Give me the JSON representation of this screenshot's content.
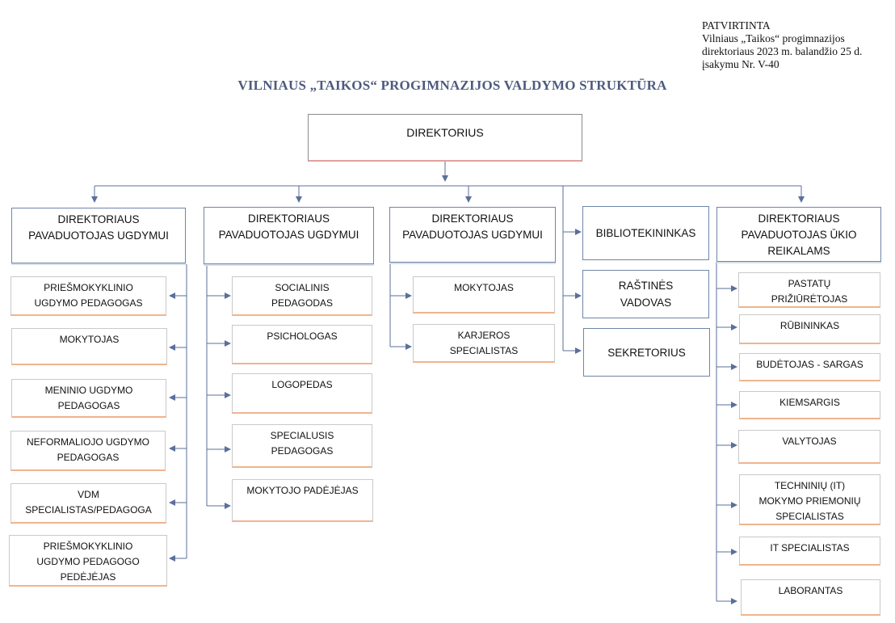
{
  "approval": {
    "line1": "PATVIRTINTA",
    "line2": "Vilniaus „Taikos“ progimnazijos",
    "line3": "direktoriaus 2023 m. balandžio 25 d.",
    "line4": "įsakymu Nr. V-40"
  },
  "title": "VILNIAUS „TAIKOS“ PROGIMNAZIJOS VALDYMO STRUKTŪRA",
  "director": "DIREKTORIUS",
  "column1": {
    "head": [
      "DIREKTORIAUS",
      "PAVADUOTOJAS UGDYMUI"
    ],
    "items": [
      [
        "PRIEŠMOKYKLINIO",
        "UGDYMO PEDAGOGAS"
      ],
      [
        "MOKYTOJAS"
      ],
      [
        "MENINIO UGDYMO",
        "PEDAGOGAS"
      ],
      [
        "NEFORMALIOJO UGDYMO",
        "PEDAGOGAS"
      ],
      [
        "VDM",
        "SPECIALISTAS/PEDAGOGA"
      ],
      [
        "PRIEŠMOKYKLINIO",
        "UGDYMO PEDAGOGO",
        "PEDĖJĖJAS"
      ]
    ]
  },
  "column2": {
    "head": [
      "DIREKTORIAUS",
      "PAVADUOTOJAS UGDYMUI"
    ],
    "items": [
      [
        "SOCIALINIS",
        "PEDAGODAS"
      ],
      [
        "PSICHOLOGAS"
      ],
      [
        "LOGOPEDAS"
      ],
      [
        "SPECIALUSIS",
        "PEDAGOGAS"
      ],
      [
        "MOKYTOJO  PADĖJĖJAS"
      ]
    ]
  },
  "column3": {
    "head": [
      "DIREKTORIAUS",
      "PAVADUOTOJAS UGDYMUI"
    ],
    "items": [
      [
        "MOKYTOJAS"
      ],
      [
        "KARJEROS",
        "SPECIALISTAS"
      ]
    ]
  },
  "column4": {
    "items": [
      [
        "BIBLIOTEKININKAS"
      ],
      [
        "RAŠTINĖS",
        "VADOVAS"
      ],
      [
        "SEKRETORIUS"
      ]
    ]
  },
  "column5": {
    "head": [
      "DIREKTORIAUS",
      "PAVADUOTOJAS ŪKIO",
      "REIKALAMS"
    ],
    "items": [
      [
        "PASTATŲ",
        "PRIŽIŪRĖTOJAS"
      ],
      [
        "RŪBININKAS"
      ],
      [
        "BUDĖTOJAS  - SARGAS"
      ],
      [
        "KIEMSARGIS"
      ],
      [
        "VALYTOJAS"
      ],
      [
        "TECHNINIŲ (IT)",
        "MOKYMO  PRIEMONIŲ",
        "SPECIALISTAS"
      ],
      [
        "IT SPECIALISTAS"
      ],
      [
        "LABORANTAS"
      ]
    ]
  },
  "colors": {
    "connector": "#5b6f9a",
    "title": "#4d5b7f",
    "head_border": "#6f86a6",
    "sub_underline": "#f0b48e"
  }
}
